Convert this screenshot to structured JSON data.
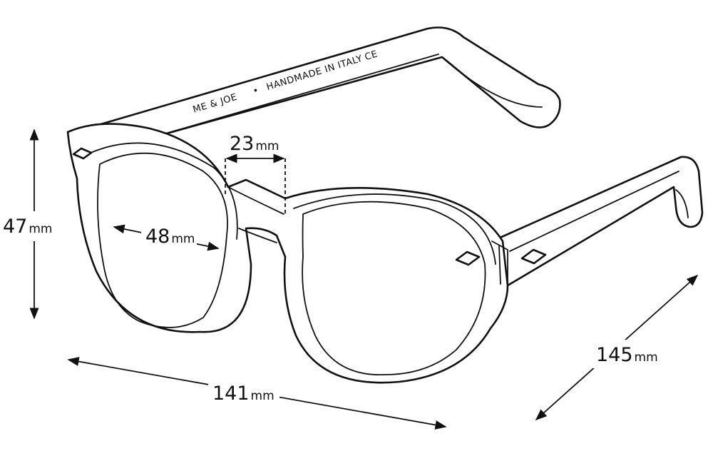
{
  "temple_engraving": {
    "brand": "ME & JOE",
    "separator": "•",
    "origin": "HANDMADE IN ITALY",
    "mark": "CE"
  },
  "measurements": {
    "bridge": {
      "value": "23",
      "unit": "mm"
    },
    "lens_height": {
      "value": "47",
      "unit": "mm"
    },
    "lens_width": {
      "value": "48",
      "unit": "mm"
    },
    "frame_width": {
      "value": "141",
      "unit": "mm"
    },
    "temple_length": {
      "value": "145",
      "unit": "mm"
    }
  },
  "colors": {
    "line": "#111111",
    "background": "#ffffff"
  }
}
